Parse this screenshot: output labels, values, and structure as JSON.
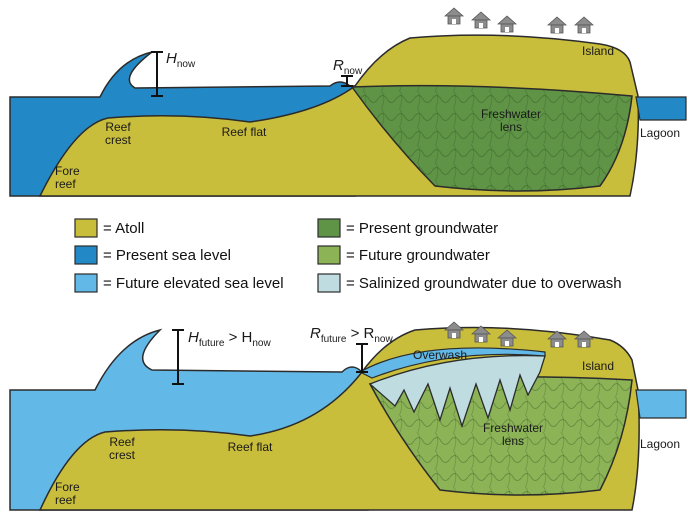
{
  "top_panel": {
    "h_label": "H",
    "h_sub": "now",
    "r_label": "R",
    "r_sub": "now",
    "reef_crest_1": "Reef",
    "reef_crest_2": "crest",
    "reef_flat": "Reef flat",
    "fore_reef_1": "Fore",
    "fore_reef_2": "reef",
    "freshwater_1": "Freshwater",
    "freshwater_2": "lens",
    "island": "Island",
    "lagoon": "Lagoon"
  },
  "legend": {
    "atoll": "= Atoll",
    "present_sea": "= Present sea level",
    "future_sea": "= Future elevated sea level",
    "present_gw": "= Present groundwater",
    "future_gw": "= Future groundwater",
    "salinized_gw": "= Salinized groundwater due to overwash"
  },
  "bottom_panel": {
    "h_label": "H",
    "h_sub": "future",
    "h_mid": " > H",
    "h_sub2": "now",
    "r_label": "R",
    "r_sub": "future",
    "r_mid": " > R",
    "r_sub2": "now",
    "overwash": "Overwash",
    "reef_crest_1": "Reef",
    "reef_crest_2": "crest",
    "reef_flat": "Reef flat",
    "fore_reef_1": "Fore",
    "fore_reef_2": "reef",
    "freshwater_1": "Freshwater",
    "freshwater_2": "lens",
    "island": "Island",
    "lagoon": "Lagoon"
  },
  "colors": {
    "atoll": "#c9bd3c",
    "present_sea": "#2389c6",
    "future_sea": "#62b8e6",
    "present_gw": "#5f9446",
    "future_gw": "#8cb457",
    "salinized_gw": "#bfdce0",
    "house": "#8c8c8c"
  }
}
